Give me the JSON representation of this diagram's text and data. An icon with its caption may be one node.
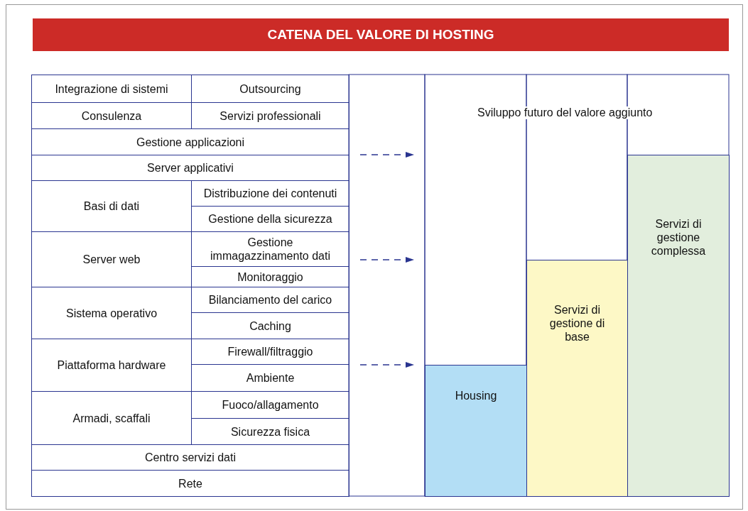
{
  "diagram": {
    "title": "CATENA DEL VALORE DI HOSTING",
    "nodes": [
      {
        "text": [
          "Integrazione di sistemi"
        ]
      },
      {
        "text": [
          "Outsourcing"
        ]
      },
      {
        "text": [
          "Consulenza"
        ]
      },
      {
        "text": [
          "Servizi professionali"
        ]
      },
      {
        "text": [
          "Gestione applicazioni"
        ]
      },
      {
        "text": [
          "Server applicativi"
        ]
      },
      {
        "text": [
          "Basi di dati"
        ]
      },
      {
        "text": [
          "Distribuzione dei contenuti"
        ]
      },
      {
        "text": [
          "Gestione della sicurezza"
        ]
      },
      {
        "text": [
          "Server web"
        ]
      },
      {
        "text": [
          "Gestione immagazzinamento dati"
        ]
      },
      {
        "text": [
          "Monitoraggio"
        ]
      },
      {
        "text": [
          "Sistema operativo"
        ]
      },
      {
        "text": [
          "Bilanciamento del carico"
        ]
      },
      {
        "text": [
          "Caching"
        ]
      },
      {
        "text": [
          "Piattaforma hardware"
        ]
      },
      {
        "text": [
          "Firewall/filtraggio"
        ]
      },
      {
        "text": [
          "Ambiente"
        ]
      },
      {
        "text": [
          "Armadi, scaffali"
        ]
      },
      {
        "text": [
          "Fuoco/allagamento"
        ]
      },
      {
        "text": [
          "Sicurezza fisica"
        ]
      },
      {
        "text": [
          "Centro servizi dati"
        ]
      },
      {
        "text": [
          "Rete"
        ]
      },
      {
        "text": [
          "Housing"
        ]
      },
      {
        "text": [
          "Servizi di gestione di base"
        ]
      },
      {
        "text": [
          "Servizi di gestione complessa"
        ]
      }
    ],
    "labels": [
      "Sviluppo futuro del valore aggiunto"
    ]
  }
}
